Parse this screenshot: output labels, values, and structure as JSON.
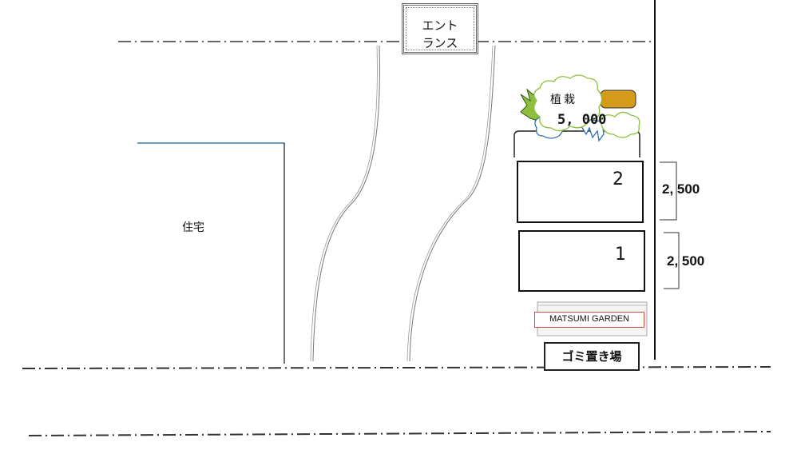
{
  "entrance": {
    "line1": "エント",
    "line2": "ランス"
  },
  "house": {
    "label": "住宅"
  },
  "planting": {
    "label": "植栽",
    "width": "5, 000"
  },
  "parking": [
    {
      "number": "2",
      "depth": "2, 500"
    },
    {
      "number": "1",
      "depth": "2, 500"
    }
  ],
  "signboard": {
    "text": "MATSUMI GARDEN"
  },
  "garbage": {
    "label": "ゴミ置き場"
  },
  "colors": {
    "house_line": "#3b7ea1",
    "sign_border": "#d64a3f",
    "shrub_green": "#8dbf3c",
    "shrub_blue": "#2f6fb0",
    "bench_gold": "#d49a1a"
  }
}
